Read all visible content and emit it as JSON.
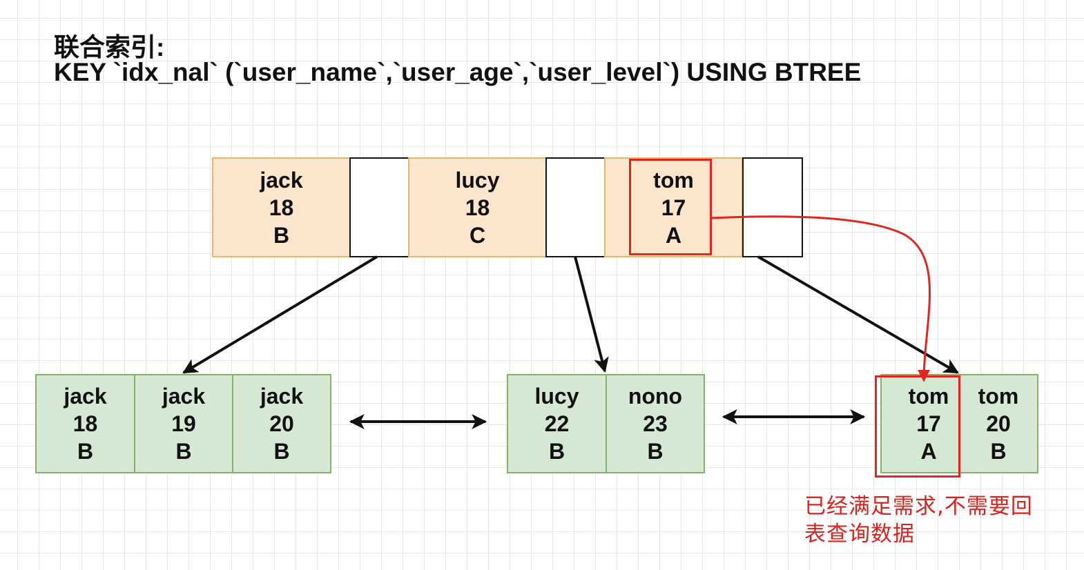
{
  "title": {
    "line1": "联合索引:",
    "line2": "KEY `idx_nal` (`user_name`,`user_age`,`user_level`) USING BTREE"
  },
  "root_node": {
    "keys": [
      {
        "name": "jack",
        "age": "18",
        "level": "B"
      },
      {
        "name": "lucy",
        "age": "18",
        "level": "C"
      },
      {
        "name": "tom",
        "age": "17",
        "level": "A"
      }
    ]
  },
  "leaf_nodes": [
    {
      "keys": [
        {
          "name": "jack",
          "age": "18",
          "level": "B"
        },
        {
          "name": "jack",
          "age": "19",
          "level": "B"
        },
        {
          "name": "jack",
          "age": "20",
          "level": "B"
        }
      ]
    },
    {
      "keys": [
        {
          "name": "lucy",
          "age": "22",
          "level": "B"
        },
        {
          "name": "nono",
          "age": "23",
          "level": "B"
        }
      ]
    },
    {
      "keys": [
        {
          "name": "tom",
          "age": "17",
          "level": "A"
        },
        {
          "name": "tom",
          "age": "20",
          "level": "B"
        }
      ]
    }
  ],
  "annotation": {
    "line1": "已经满足需求,不需要回",
    "line2": "表查询数据"
  },
  "colors": {
    "root_fill": "#fce5cd",
    "root_border": "#e3b86b",
    "leaf_fill": "#d5e8d4",
    "leaf_border": "#82b366",
    "highlight": "#e0261f",
    "annotation_text": "#d8231d",
    "arrow": "#111111"
  }
}
